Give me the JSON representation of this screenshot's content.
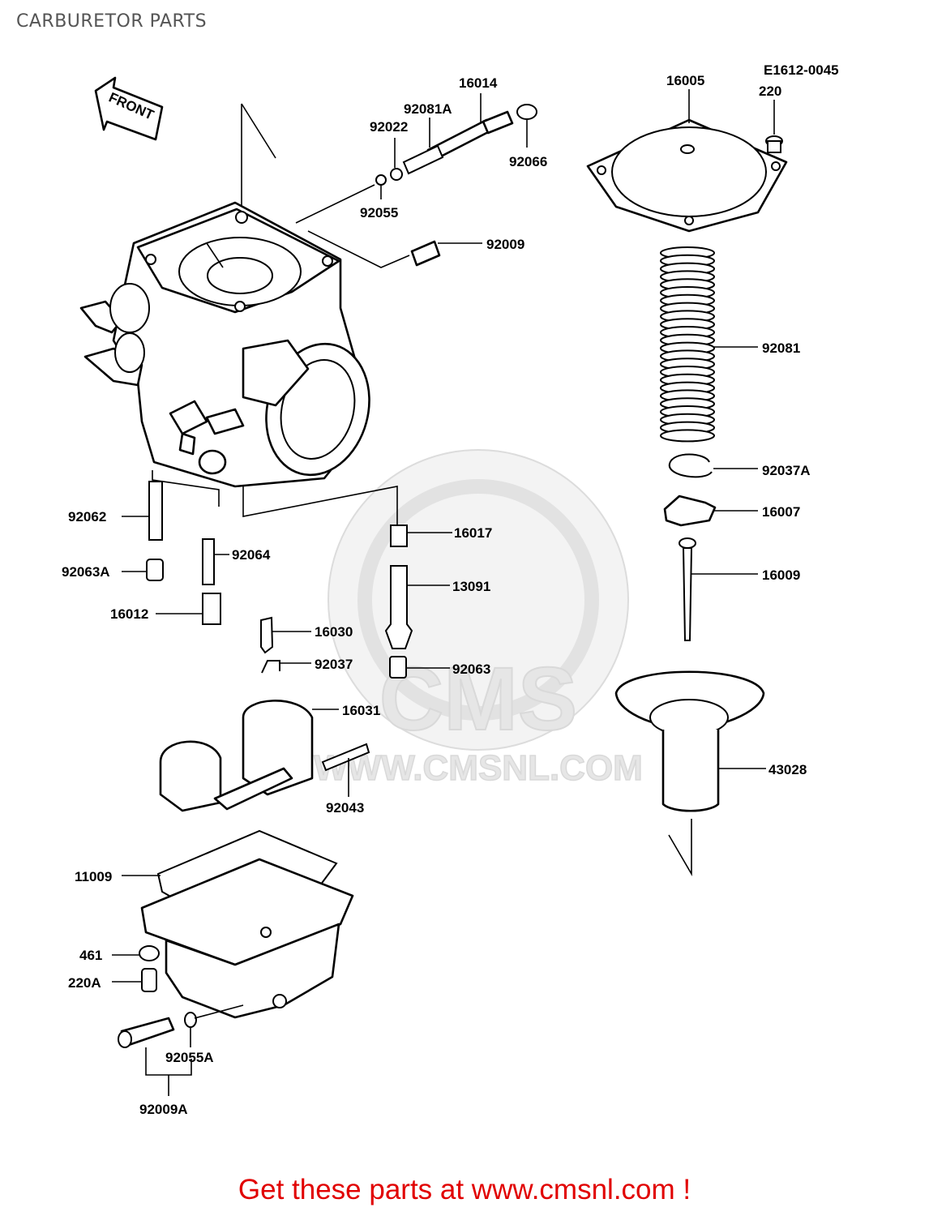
{
  "page": {
    "title": "CARBURETOR PARTS",
    "diagram_code": "E1612-0045",
    "front_label": "FRONT",
    "cta": "Get these parts at www.cmsnl.com !",
    "watermark_text": "WWW.CMSNL.COM",
    "watermark_logo": "CMS"
  },
  "parts": [
    {
      "id": "p-16014",
      "label": "16014"
    },
    {
      "id": "p-92081A",
      "label": "92081A"
    },
    {
      "id": "p-92022",
      "label": "92022"
    },
    {
      "id": "p-92066",
      "label": "92066"
    },
    {
      "id": "p-92055",
      "label": "92055"
    },
    {
      "id": "p-92009",
      "label": "92009"
    },
    {
      "id": "p-16005",
      "label": "16005"
    },
    {
      "id": "p-220",
      "label": "220"
    },
    {
      "id": "p-92081",
      "label": "92081"
    },
    {
      "id": "p-92037A",
      "label": "92037A"
    },
    {
      "id": "p-16007",
      "label": "16007"
    },
    {
      "id": "p-16009",
      "label": "16009"
    },
    {
      "id": "p-43028",
      "label": "43028"
    },
    {
      "id": "p-92062",
      "label": "92062"
    },
    {
      "id": "p-92064",
      "label": "92064"
    },
    {
      "id": "p-92063A",
      "label": "92063A"
    },
    {
      "id": "p-16012",
      "label": "16012"
    },
    {
      "id": "p-16017",
      "label": "16017"
    },
    {
      "id": "p-13091",
      "label": "13091"
    },
    {
      "id": "p-16030",
      "label": "16030"
    },
    {
      "id": "p-92037",
      "label": "92037"
    },
    {
      "id": "p-92063",
      "label": "92063"
    },
    {
      "id": "p-16031",
      "label": "16031"
    },
    {
      "id": "p-92043",
      "label": "92043"
    },
    {
      "id": "p-11009",
      "label": "11009"
    },
    {
      "id": "p-461",
      "label": "461"
    },
    {
      "id": "p-220A",
      "label": "220A"
    },
    {
      "id": "p-92055A",
      "label": "92055A"
    },
    {
      "id": "p-92009A",
      "label": "92009A"
    }
  ]
}
